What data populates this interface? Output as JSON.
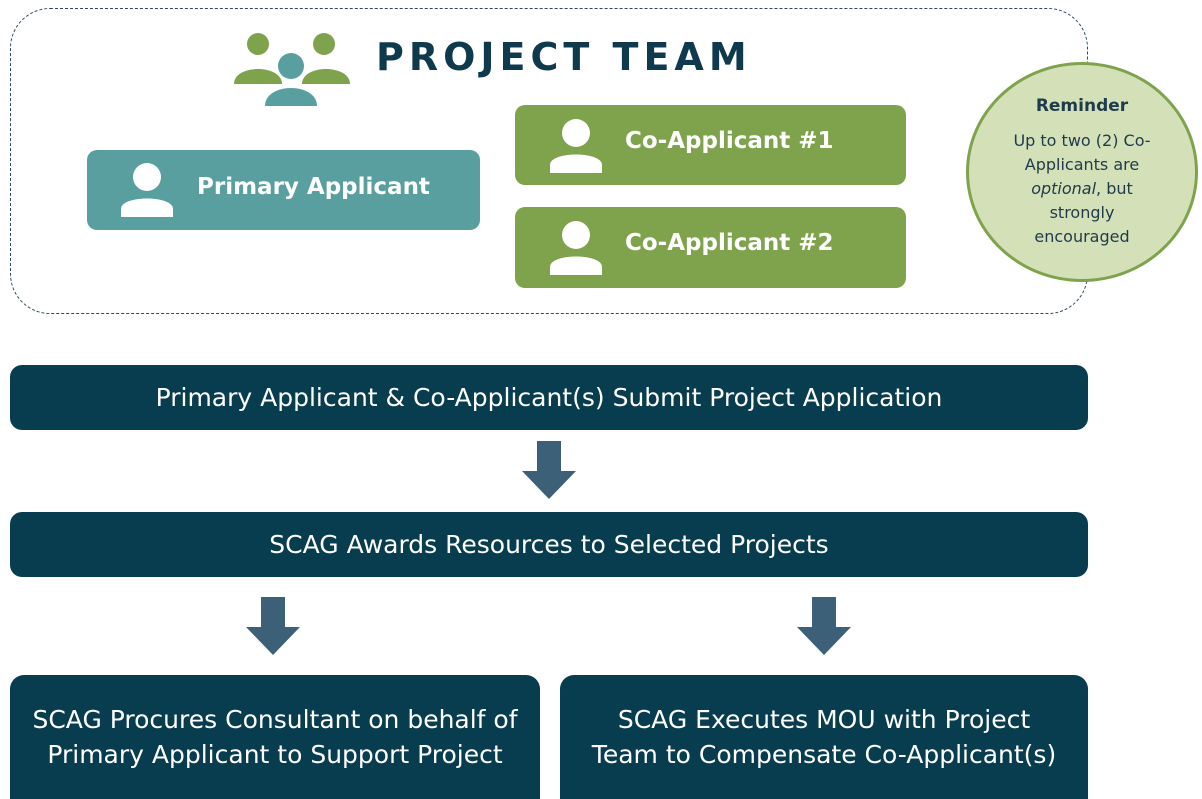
{
  "header": {
    "title": "PROJECT TEAM",
    "icon": "team-icon"
  },
  "roles": {
    "primary_applicant": "Primary Applicant",
    "co_applicant_1": "Co-Applicant #1",
    "co_applicant_2": "Co-Applicant #2",
    "icon": "person-icon"
  },
  "reminder": {
    "title": "Reminder",
    "text_before": "Up to two (2) Co-Applicants are ",
    "text_emphasis": "optional",
    "text_after": ", but strongly encouraged"
  },
  "flow": {
    "step_1": "Primary Applicant & Co-Applicant(s) Submit Project Application",
    "step_2": "SCAG Awards Resources to Selected Projects",
    "step_3a": "SCAG Procures Consultant on behalf of Primary Applicant to Support Project",
    "step_3b": "SCAG Executes MOU with Project Team to Compensate Co-Applicant(s)"
  },
  "colors": {
    "navy": "#083d50",
    "teal": "#5a9f9f",
    "green": "#7fa34d",
    "reminder_fill": "#d3e0b8",
    "arrow": "#3d6079",
    "title": "#0f3a4d"
  }
}
